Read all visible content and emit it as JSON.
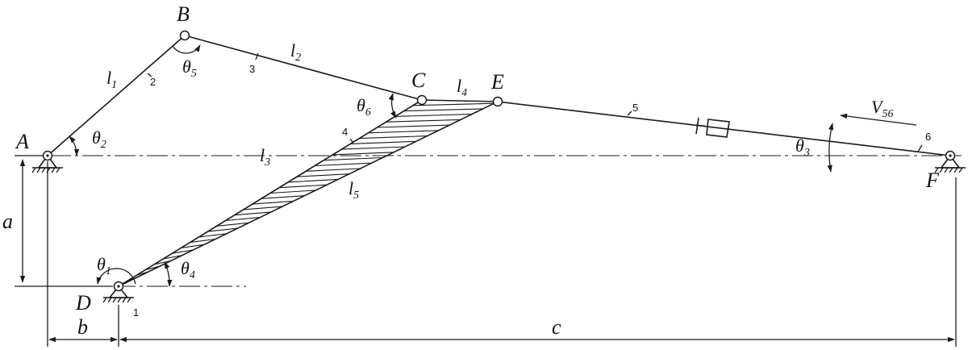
{
  "points": {
    "A": "A",
    "B": "B",
    "C": "C",
    "D": "D",
    "E": "E",
    "F": "F"
  },
  "links": {
    "l1": {
      "base": "l",
      "sub": "1"
    },
    "l2": {
      "base": "l",
      "sub": "2"
    },
    "l3": {
      "base": "l",
      "sub": "3"
    },
    "l4": {
      "base": "l",
      "sub": "4"
    },
    "l5": {
      "base": "l",
      "sub": "5"
    }
  },
  "angles": {
    "theta1": {
      "base": "θ",
      "sub": "1"
    },
    "theta2": {
      "base": "θ",
      "sub": "2"
    },
    "theta3": {
      "base": "θ",
      "sub": "3"
    },
    "theta4": {
      "base": "θ",
      "sub": "4"
    },
    "theta5": {
      "base": "θ",
      "sub": "5"
    },
    "theta6": {
      "base": "θ",
      "sub": "6"
    }
  },
  "velocity": {
    "base": "V",
    "sub": "56"
  },
  "dimensions": {
    "a": "a",
    "b": "b",
    "c": "c"
  },
  "member_numbers": {
    "n1": "1",
    "n2": "2",
    "n3": "3",
    "n4": "4",
    "n5": "5",
    "n6": "6"
  }
}
